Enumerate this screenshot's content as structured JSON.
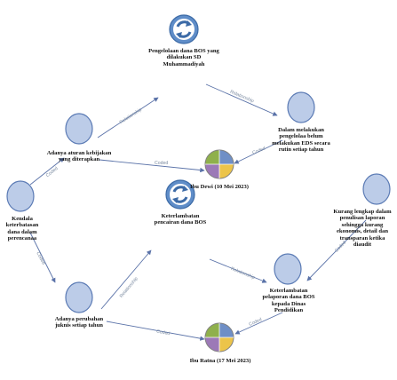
{
  "nodes": {
    "n1_label": "Pengelolaan dana BOS yang dilakukan SD Muhammadiyah",
    "n2_label": "Dalam melakukan pengelolaa belum melakukan EDS secara rutin setiap tahun",
    "n3_label": "Adanya aturan kebijakan yang diterapkan",
    "n4_label": "Ibu Dewi (10 Mei 2023)",
    "n5_label": "Keterlambatan pencairan dana BOS",
    "n6_label": "Kendala keterbatasan dana dalam perencanaa",
    "n7_label": "Kurang lengkap dalam penulisan laporan sehingga kurang ekonomis, detail dan transparan ketika diaudit",
    "n8_label": "Adanya perubahan juknis setiap tahun",
    "n9_label": "Keterlambatan pelaporan dana BOS kepada Dinas Pendidikan",
    "n10_label": "Ibu Ratna (17 Mei 2023)"
  },
  "edge_labels": {
    "e1": "Relationship",
    "e2": "Relationship",
    "e3": "Coded",
    "e4": "Coded",
    "e5": "Coded",
    "e6": "Coded",
    "e7": "Relationship",
    "e8": "Relationship",
    "e9": "Coded",
    "e10": "Coded",
    "e11": "Coded"
  },
  "colors": {
    "circle_fill": "#bccce8",
    "circle_stroke": "#5a7ab4",
    "edge": "#5a72a8",
    "case_q1": "#8fb04c",
    "case_q2": "#6f8fc6",
    "case_q3": "#ecc44a",
    "case_q4": "#9c79b7"
  },
  "icons": {
    "project_icon": "cycle-arrows-icon",
    "case_icon": "pie-case-icon"
  }
}
